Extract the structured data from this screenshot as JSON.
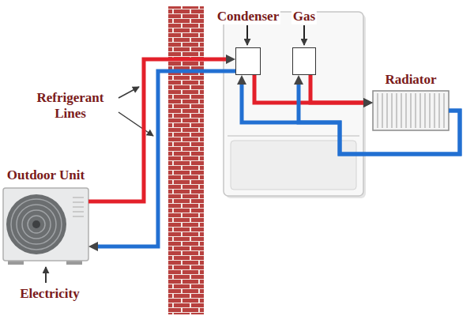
{
  "diagram": {
    "nodes": [
      {
        "text": [
          "Outdoor Unit"
        ]
      },
      {
        "text": [
          "Condenser"
        ]
      },
      {
        "text": [
          "Gas"
        ]
      },
      {
        "text": [
          "Radiator"
        ]
      }
    ],
    "edges": [
      {
        "from": 0,
        "to": 1,
        "arrow": "to"
      },
      {
        "from": 1,
        "to": 0,
        "arrow": "to"
      },
      {
        "from": 1,
        "to": 3,
        "arrow": "to"
      },
      {
        "from": 2,
        "to": 3,
        "arrow": "to"
      },
      {
        "from": 3,
        "to": 1,
        "arrow": "to"
      },
      {
        "from": 3,
        "to": 2,
        "arrow": "to"
      }
    ],
    "labels": [
      "Refrigerant Lines",
      "Electricity"
    ]
  }
}
